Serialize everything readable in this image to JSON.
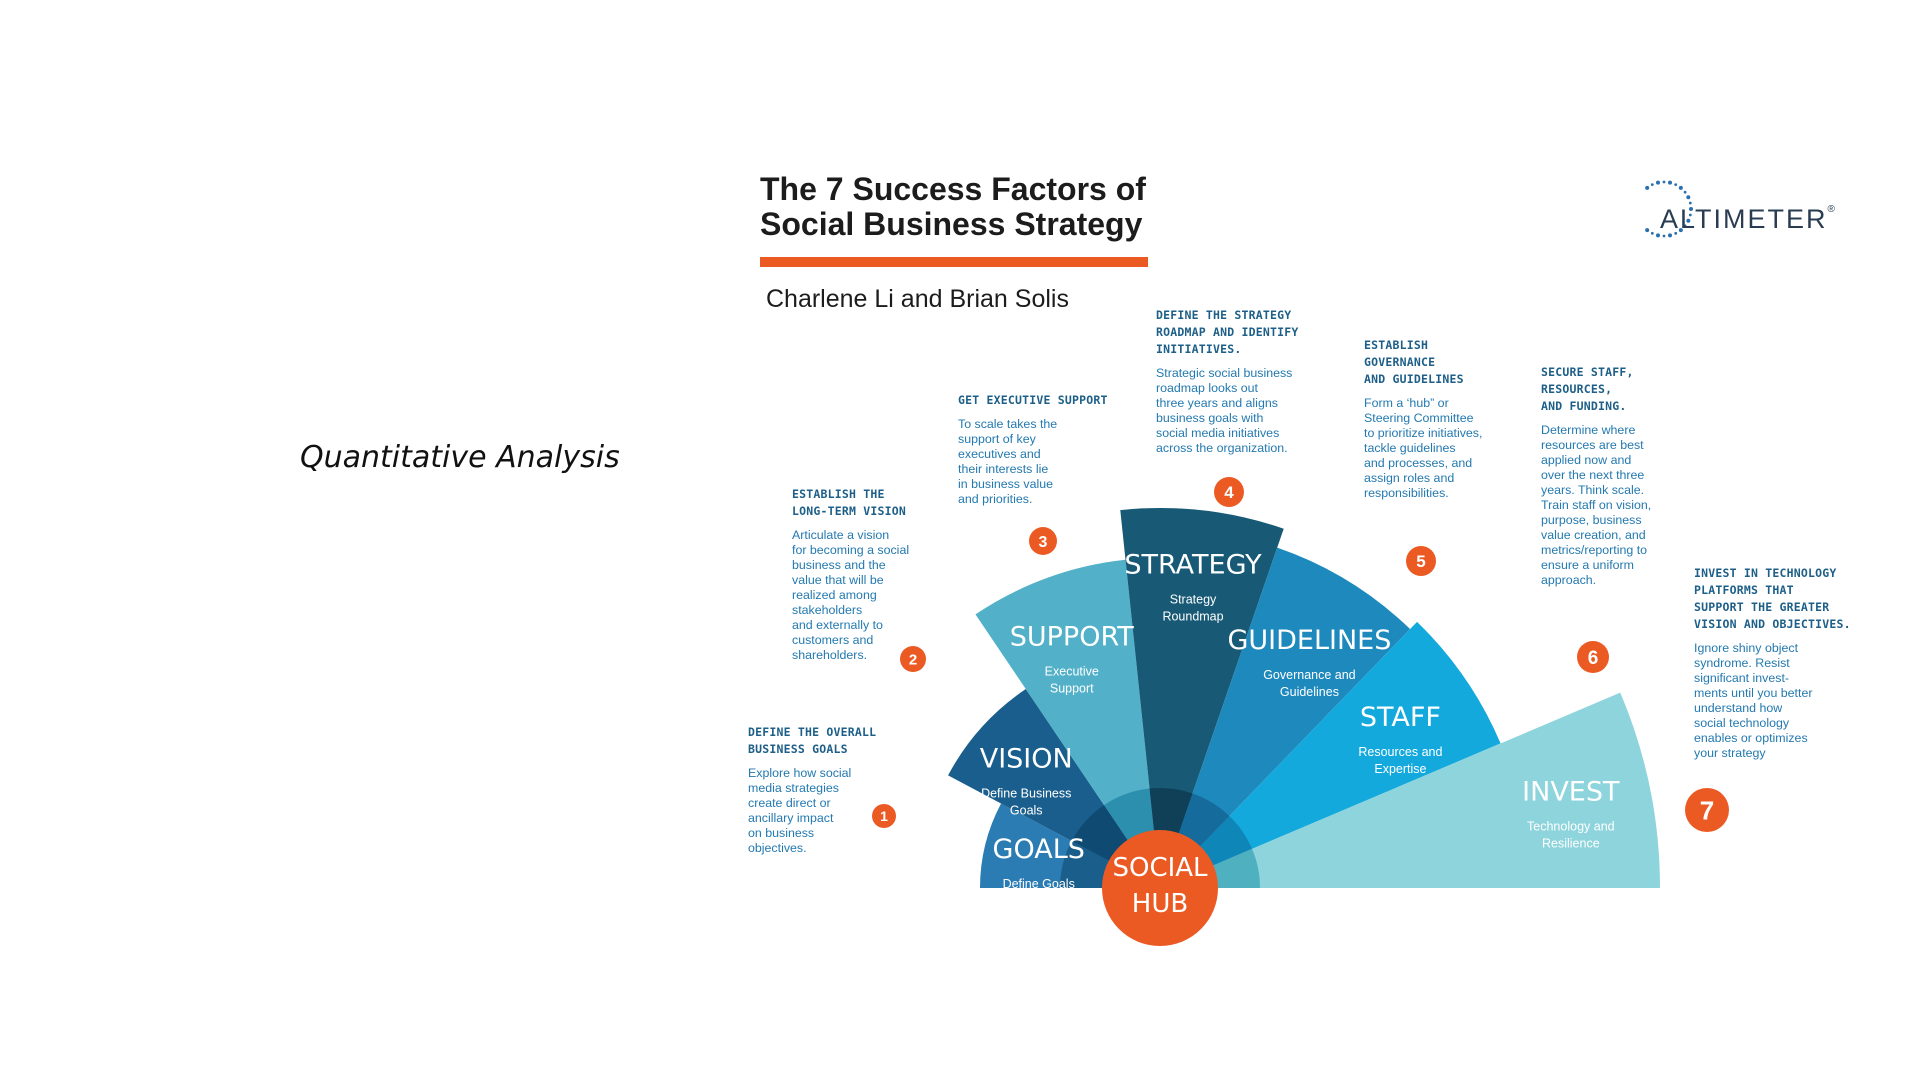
{
  "slide": {
    "label": "Quantitative Analysis"
  },
  "header": {
    "title_line1": "The 7 Success Factors of",
    "title_line2": "Social Business Strategy",
    "authors": "Charlene Li and Brian Solis",
    "logo_text": "ALTIMETER",
    "logo_mark": "®"
  },
  "hub": {
    "line1": "SOCIAL",
    "line2": "HUB"
  },
  "colors": {
    "accent": "#ec5a24",
    "goals": "#2b7cb3",
    "vision": "#195e8c",
    "support": "#52b1c9",
    "strategy": "#185a76",
    "guidelines": "#1e89bd",
    "staff": "#14a9dd",
    "invest": "#8dd4dc"
  },
  "factors": [
    {
      "number": "1",
      "name": "GOALS",
      "sub1": "Define Goals",
      "sub2": "",
      "heading": "DEFINE THE OVERALL\nBUSINESS GOALS",
      "text": "Explore how social\nmedia strategies\ncreate direct or\nancillary impact\non business\nobjectives."
    },
    {
      "number": "2",
      "name": "VISION",
      "sub1": "Define Business",
      "sub2": "Goals",
      "heading": "ESTABLISH THE\nLONG-TERM VISION",
      "text": "Articulate a vision\nfor becoming a social\nbusiness and the\nvalue that will be\nrealized among\nstakeholders\nand externally to\ncustomers and\nshareholders."
    },
    {
      "number": "3",
      "name": "SUPPORT",
      "sub1": "Executive",
      "sub2": "Support",
      "heading": "GET EXECUTIVE SUPPORT",
      "text": "To scale takes the\nsupport of key\nexecutives and\ntheir interests lie\nin business value\nand priorities."
    },
    {
      "number": "4",
      "name": "STRATEGY",
      "sub1": "Strategy",
      "sub2": "Roundmap",
      "heading": "DEFINE THE STRATEGY\nROADMAP AND IDENTIFY\nINITIATIVES.",
      "text": "Strategic social business\nroadmap looks out\nthree years and aligns\nbusiness goals with\nsocial media initiatives\nacross the organization."
    },
    {
      "number": "5",
      "name": "GUIDELINES",
      "sub1": "Governance and",
      "sub2": "Guidelines",
      "heading": "ESTABLISH\nGOVERNANCE\nAND GUIDELINES",
      "text": "Form a ‘hub” or\nSteering Committee\nto prioritize initiatives,\ntackle guidelines\nand processes, and\nassign roles and\nresponsibilities."
    },
    {
      "number": "6",
      "name": "STAFF",
      "sub1": "Resources and",
      "sub2": "Expertise",
      "heading": "SECURE STAFF,\nRESOURCES,\nAND FUNDING.",
      "text": "Determine where\nresources are best\napplied now and\nover the next three\nyears. Think scale.\nTrain staff on vision,\npurpose, business\nvalue creation, and\nmetrics/reporting to\nensure a uniform\napproach."
    },
    {
      "number": "7",
      "name": "INVEST",
      "sub1": "Technology and",
      "sub2": "Resilience",
      "heading": "INVEST IN TECHNOLOGY\nPLATFORMS THAT\nSUPPORT THE GREATER\nVISION AND OBJECTIVES.",
      "text": "Ignore shiny object\nsyndrome. Resist\nsignificant invest-\nments until you better\nunderstand how\nsocial technology\nenables or optimizes\nyour strategy"
    }
  ]
}
